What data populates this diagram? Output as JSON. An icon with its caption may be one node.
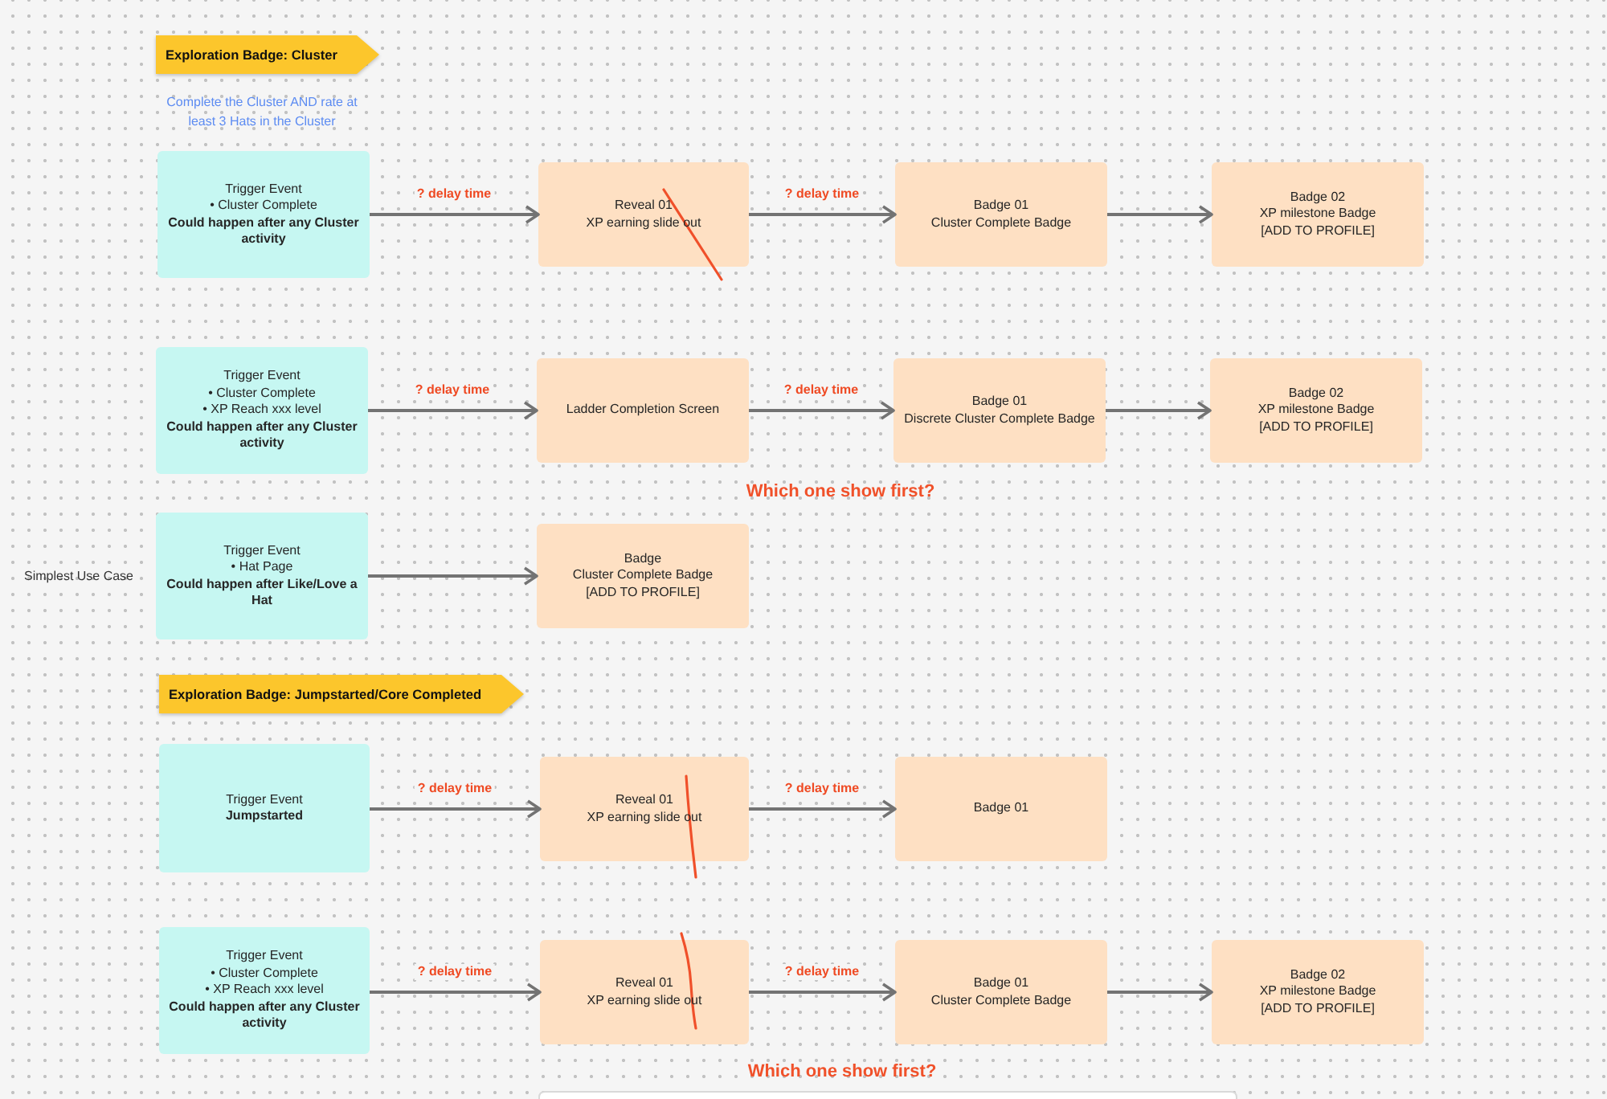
{
  "diagram": {
    "nodes": [
      {
        "text": [
          "Exploration Badge: Cluster"
        ]
      },
      {
        "text": [
          "Trigger Event",
          "• Cluster Complete",
          "Could happen after any Cluster activity"
        ]
      },
      {
        "text": [
          "Reveal 01",
          "XP earning slide out"
        ]
      },
      {
        "text": [
          "Badge 01",
          "Cluster Complete Badge"
        ]
      },
      {
        "text": [
          "Badge 02",
          "XP milestone Badge",
          "[ADD TO PROFILE]"
        ]
      },
      {
        "text": [
          "Trigger Event",
          "• Cluster Complete",
          "• XP Reach xxx level",
          "Could happen after any Cluster activity"
        ]
      },
      {
        "text": [
          "Ladder Completion Screen"
        ]
      },
      {
        "text": [
          "Badge 01",
          "Discrete Cluster Complete Badge"
        ]
      },
      {
        "text": [
          "Badge 02",
          "XP milestone Badge",
          "[ADD TO PROFILE]"
        ]
      },
      {
        "text": [
          "Trigger Event",
          "• Hat Page",
          "Could happen after Like/Love a Hat"
        ]
      },
      {
        "text": [
          "Badge",
          "Cluster Complete Badge",
          "[ADD TO PROFILE]"
        ]
      },
      {
        "text": [
          "Exploration Badge: Jumpstarted/Core Completed"
        ]
      },
      {
        "text": [
          "Trigger Event",
          "Jumpstarted"
        ]
      },
      {
        "text": [
          "Reveal 01",
          "XP earning slide out"
        ]
      },
      {
        "text": [
          "Badge 01"
        ]
      },
      {
        "text": [
          "Trigger Event",
          "• Cluster Complete",
          "• XP Reach xxx level",
          "Could happen after any Cluster activity"
        ]
      },
      {
        "text": [
          "Reveal 01",
          "XP earning slide out"
        ]
      },
      {
        "text": [
          "Badge 01",
          "Cluster Complete Badge"
        ]
      },
      {
        "text": [
          "Badge 02",
          "XP milestone Badge",
          "[ADD TO PROFILE]"
        ]
      }
    ],
    "edges": [
      {
        "from": 1,
        "to": 2,
        "arrow": "to",
        "label": "? delay time"
      },
      {
        "from": 2,
        "to": 3,
        "arrow": "to",
        "label": "? delay time"
      },
      {
        "from": 3,
        "to": 4,
        "arrow": "to"
      },
      {
        "from": 5,
        "to": 6,
        "arrow": "to",
        "label": "? delay time"
      },
      {
        "from": 6,
        "to": 7,
        "arrow": "to",
        "label": "? delay time"
      },
      {
        "from": 7,
        "to": 8,
        "arrow": "to"
      },
      {
        "from": 9,
        "to": 10,
        "arrow": "to"
      },
      {
        "from": 12,
        "to": 13,
        "arrow": "to",
        "label": "? delay time"
      },
      {
        "from": 13,
        "to": 14,
        "arrow": "to",
        "label": "? delay time"
      },
      {
        "from": 15,
        "to": 16,
        "arrow": "to",
        "label": "? delay time"
      },
      {
        "from": 16,
        "to": 17,
        "arrow": "to",
        "label": "? delay time"
      },
      {
        "from": 17,
        "to": 18,
        "arrow": "to"
      }
    ],
    "labels": [
      "Complete the Cluster AND rate at least 3 Hats in the Cluster",
      "Which one show first?",
      "Simplest Use Case",
      "Which one show first?"
    ]
  }
}
